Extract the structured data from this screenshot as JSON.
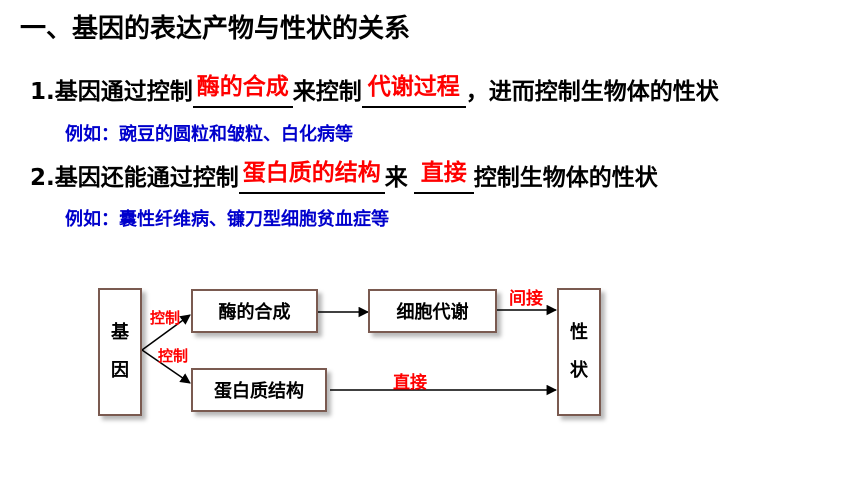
{
  "title": "一、基因的表达产物与性状的关系",
  "line1": {
    "prefix": "1.基因通过控制",
    "blank1": "酶的合成",
    "middle": "来控制",
    "blank2": "代谢过程",
    "suffix": "，进而控制生物体的性状"
  },
  "example1": "例如：豌豆的圆粒和皱粒、白化病等",
  "line2": {
    "prefix": "2.基因还能通过控制",
    "blank1": "蛋白质的结构",
    "middle": "来",
    "blank2": "直接",
    "suffix": "控制生物体的性状"
  },
  "example2": "例如：囊性纤维病、镰刀型细胞贫血症等",
  "diagram": {
    "gene_chars": [
      "基",
      "因"
    ],
    "enzyme_box": "酶的合成",
    "metabolism_box": "细胞代谢",
    "protein_box": "蛋白质结构",
    "trait_chars": [
      "性",
      "状"
    ],
    "label_control_top": "控制",
    "label_control_bottom": "控制",
    "label_indirect": "间接",
    "label_direct": "直接"
  }
}
